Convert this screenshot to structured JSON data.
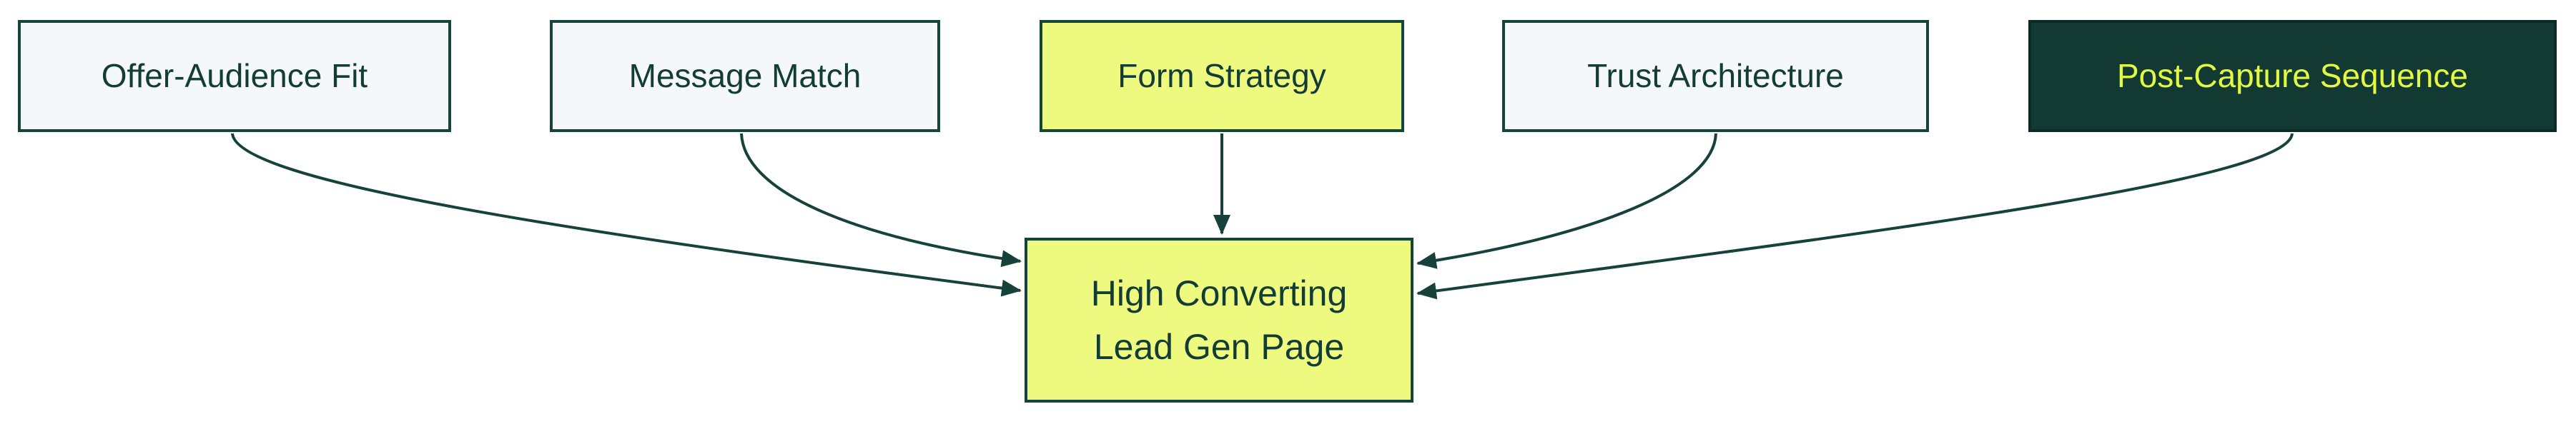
{
  "diagram": {
    "type": "flowchart",
    "direction": "top-down",
    "nodes": [
      {
        "id": "offer",
        "label": "Offer-Audience Fit",
        "variant": "light"
      },
      {
        "id": "message",
        "label": "Message Match",
        "variant": "light"
      },
      {
        "id": "form",
        "label": "Form Strategy",
        "variant": "yellow"
      },
      {
        "id": "trust",
        "label": "Trust Architecture",
        "variant": "light"
      },
      {
        "id": "post",
        "label": "Post-Capture Sequence",
        "variant": "dark"
      },
      {
        "id": "page",
        "label": "High Converting Lead Gen Page",
        "lines": [
          "High Converting",
          "Lead Gen Page"
        ],
        "variant": "yellow"
      }
    ],
    "edges": [
      {
        "from": "offer",
        "to": "page"
      },
      {
        "from": "message",
        "to": "page"
      },
      {
        "from": "form",
        "to": "page"
      },
      {
        "from": "trust",
        "to": "page"
      },
      {
        "from": "post",
        "to": "page"
      }
    ],
    "colors": {
      "background": "#ffffff",
      "edge_stroke": "#16423b",
      "node_border": "#15443c",
      "light_fill": "#f4f8f9",
      "yellow_fill": "#eefa7f",
      "dark_fill": "#123a33",
      "dark_border": "#0b2b26",
      "text": "#123c35",
      "dark_text": "#e3f940"
    }
  }
}
